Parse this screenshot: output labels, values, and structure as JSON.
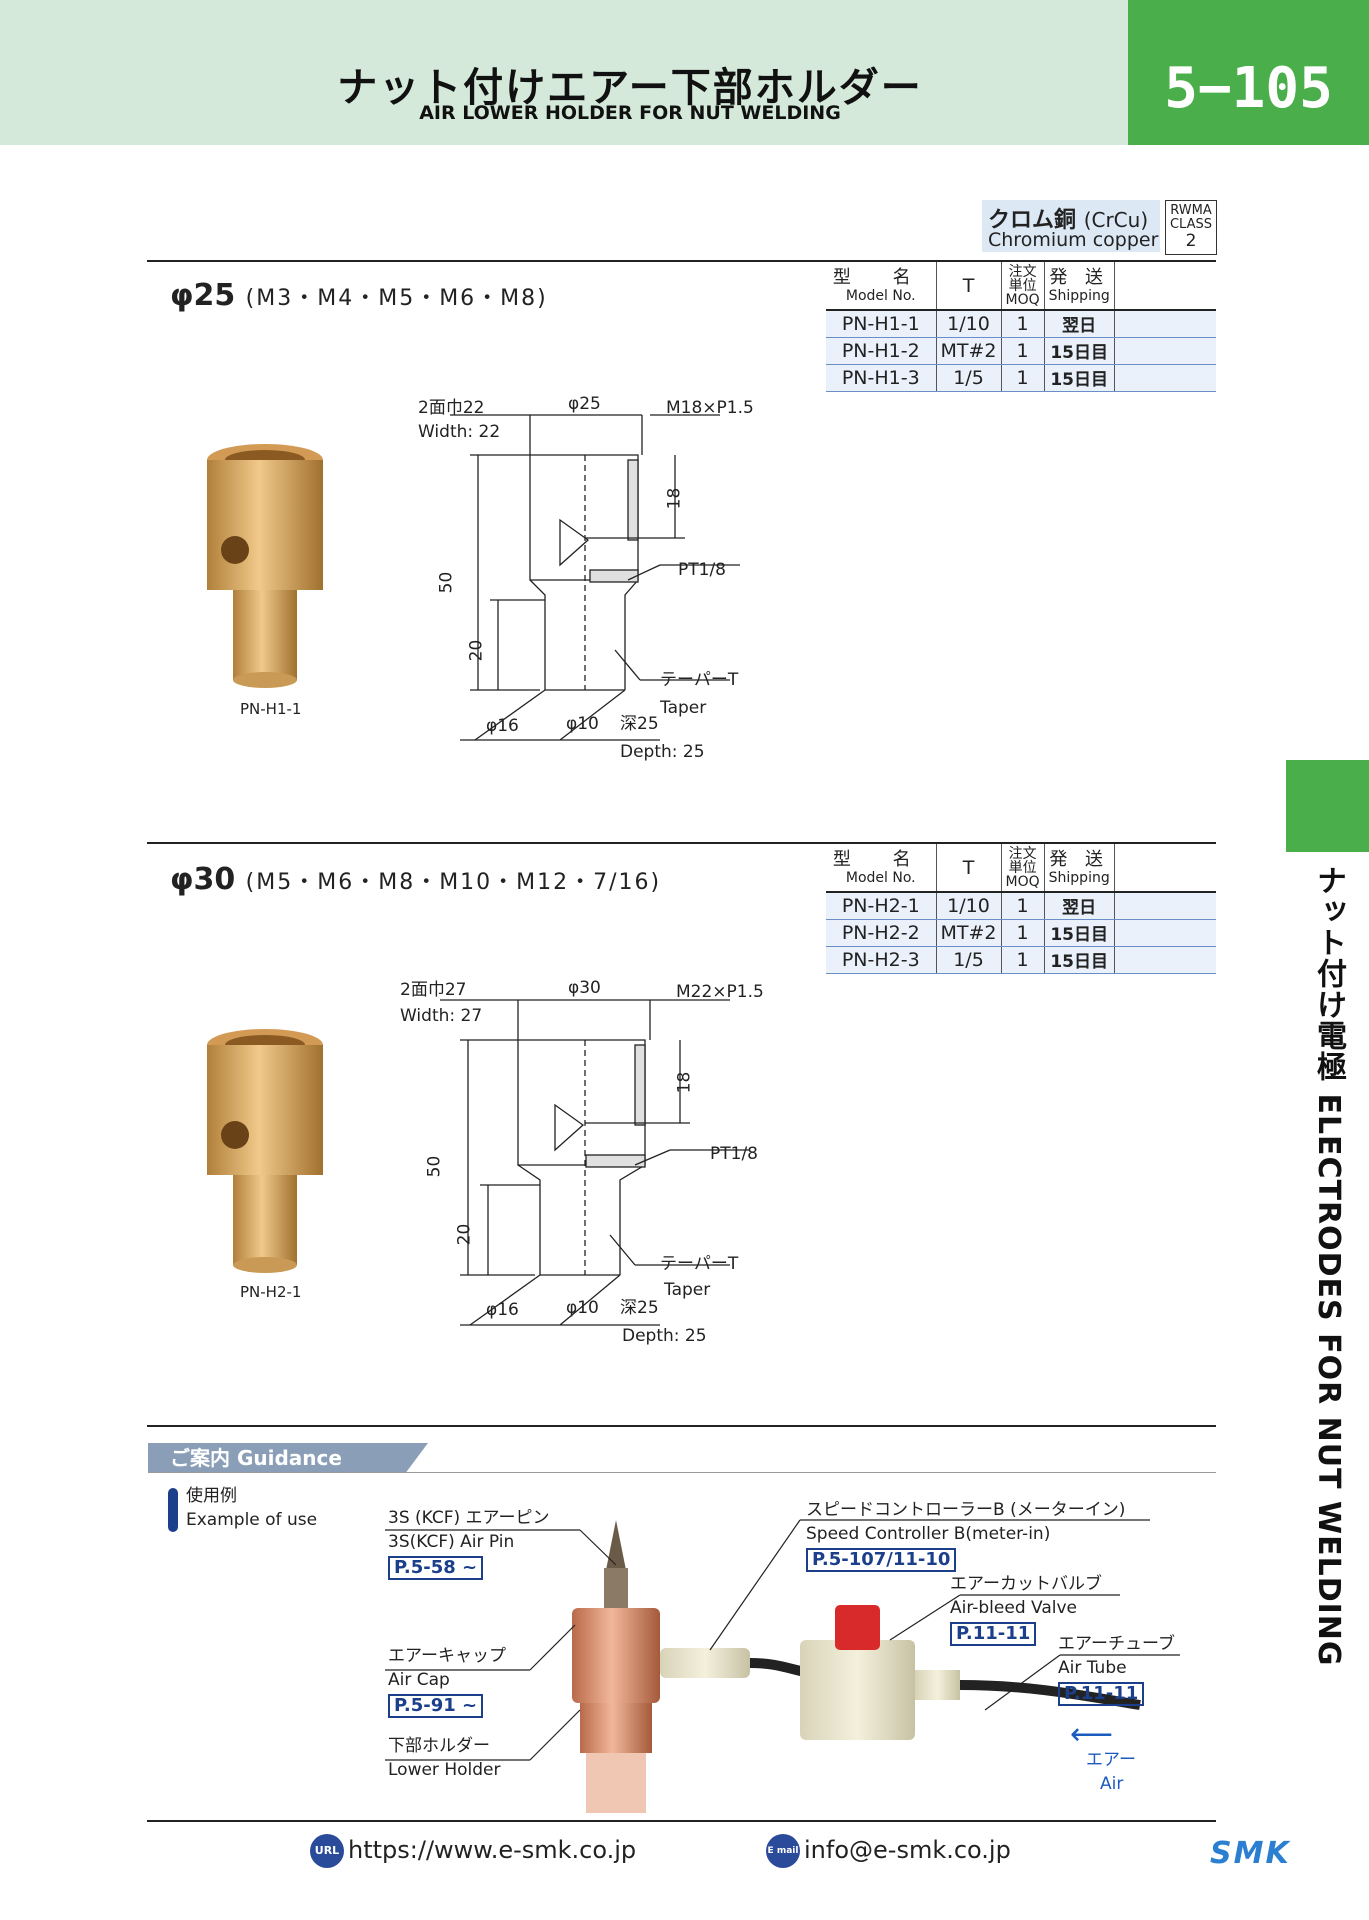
{
  "header": {
    "title": "ナット付けエアー下部ホルダー",
    "subtitle": "AIR LOWER HOLDER FOR NUT WELDING",
    "page_number": "5−105"
  },
  "side": {
    "text": "ナット付け電極 ELECTRODES FOR NUT WELDING"
  },
  "material": {
    "jp": "クロム銅",
    "code": "(CrCu)",
    "en": "Chromium copper",
    "rwma_label": "RWMA CLASS",
    "rwma_class": "2"
  },
  "table_header": {
    "model_jp": "型 名",
    "model_en": "Model No.",
    "t": "T",
    "moq_jp": "注文単位",
    "moq_en": "MOQ",
    "ship_jp": "発 送",
    "ship_en": "Shipping"
  },
  "sections": [
    {
      "title": "φ25",
      "sizes": "(M3・M4・M5・M6・M8)",
      "photo_caption": "PN-H1-1",
      "rows": [
        {
          "model": "PN-H1-1",
          "t": "1/10",
          "moq": "1",
          "ship": "翌日"
        },
        {
          "model": "PN-H1-2",
          "t": "MT#2",
          "moq": "1",
          "ship": "15日目"
        },
        {
          "model": "PN-H1-3",
          "t": "1/5",
          "moq": "1",
          "ship": "15日目"
        }
      ],
      "drawing": {
        "width_jp": "2面巾22",
        "width_en": "Width: 22",
        "dia_top": "φ25",
        "thread": "M18×P1.5",
        "dim_18": "18",
        "port": "PT1/8",
        "dim_50": "50",
        "dim_20": "20",
        "taper_jp": "テーパーT",
        "taper_en": "Taper",
        "dia_16": "φ16",
        "dia_10": "φ10",
        "depth_jp": "深25",
        "depth_en": "Depth: 25"
      }
    },
    {
      "title": "φ30",
      "sizes": "(M5・M6・M8・M10・M12・7/16)",
      "photo_caption": "PN-H2-1",
      "rows": [
        {
          "model": "PN-H2-1",
          "t": "1/10",
          "moq": "1",
          "ship": "翌日"
        },
        {
          "model": "PN-H2-2",
          "t": "MT#2",
          "moq": "1",
          "ship": "15日目"
        },
        {
          "model": "PN-H2-3",
          "t": "1/5",
          "moq": "1",
          "ship": "15日目"
        }
      ],
      "drawing": {
        "width_jp": "2面巾27",
        "width_en": "Width: 27",
        "dia_top": "φ30",
        "thread": "M22×P1.5",
        "dim_18": "18",
        "port": "PT1/8",
        "dim_50": "50",
        "dim_20": "20",
        "taper_jp": "テーパーT",
        "taper_en": "Taper",
        "dia_16": "φ16",
        "dia_10": "φ10",
        "depth_jp": "深25",
        "depth_en": "Depth: 25"
      }
    }
  ],
  "guidance": {
    "title": "ご案内 Guidance",
    "use_jp": "使用例",
    "use_en": "Example of use",
    "pin_jp": "3S (KCF) エアーピン",
    "pin_en": "3S(KCF) Air Pin",
    "pin_ref": "P.5-58 ~",
    "cap_jp": "エアーキャップ",
    "cap_en": "Air Cap",
    "cap_ref": "P.5-91 ~",
    "holder_jp": "下部ホルダー",
    "holder_en": "Lower Holder",
    "speed_jp": "スピードコントローラーB (メーターイン)",
    "speed_en": "Speed Controller B(meter-in)",
    "speed_ref": "P.5-107/11-10",
    "valve_jp": "エアーカットバルブ",
    "valve_en": "Air-bleed Valve",
    "valve_ref": "P.11-11",
    "tube_jp": "エアーチューブ",
    "tube_en": "Air Tube",
    "tube_ref": "P.11-11",
    "air_jp": "エアー",
    "air_en": "Air"
  },
  "footer": {
    "url_icon": "URL",
    "url": "https://www.e-smk.co.jp",
    "mail_icon": "E mail",
    "email": "info@e-smk.co.jp",
    "logo": "SMK"
  },
  "colors": {
    "header_bg": "#d4e9da",
    "green": "#4aae4a",
    "ref_blue": "#1b3f8b",
    "row_bg": "#eaf1fb"
  }
}
